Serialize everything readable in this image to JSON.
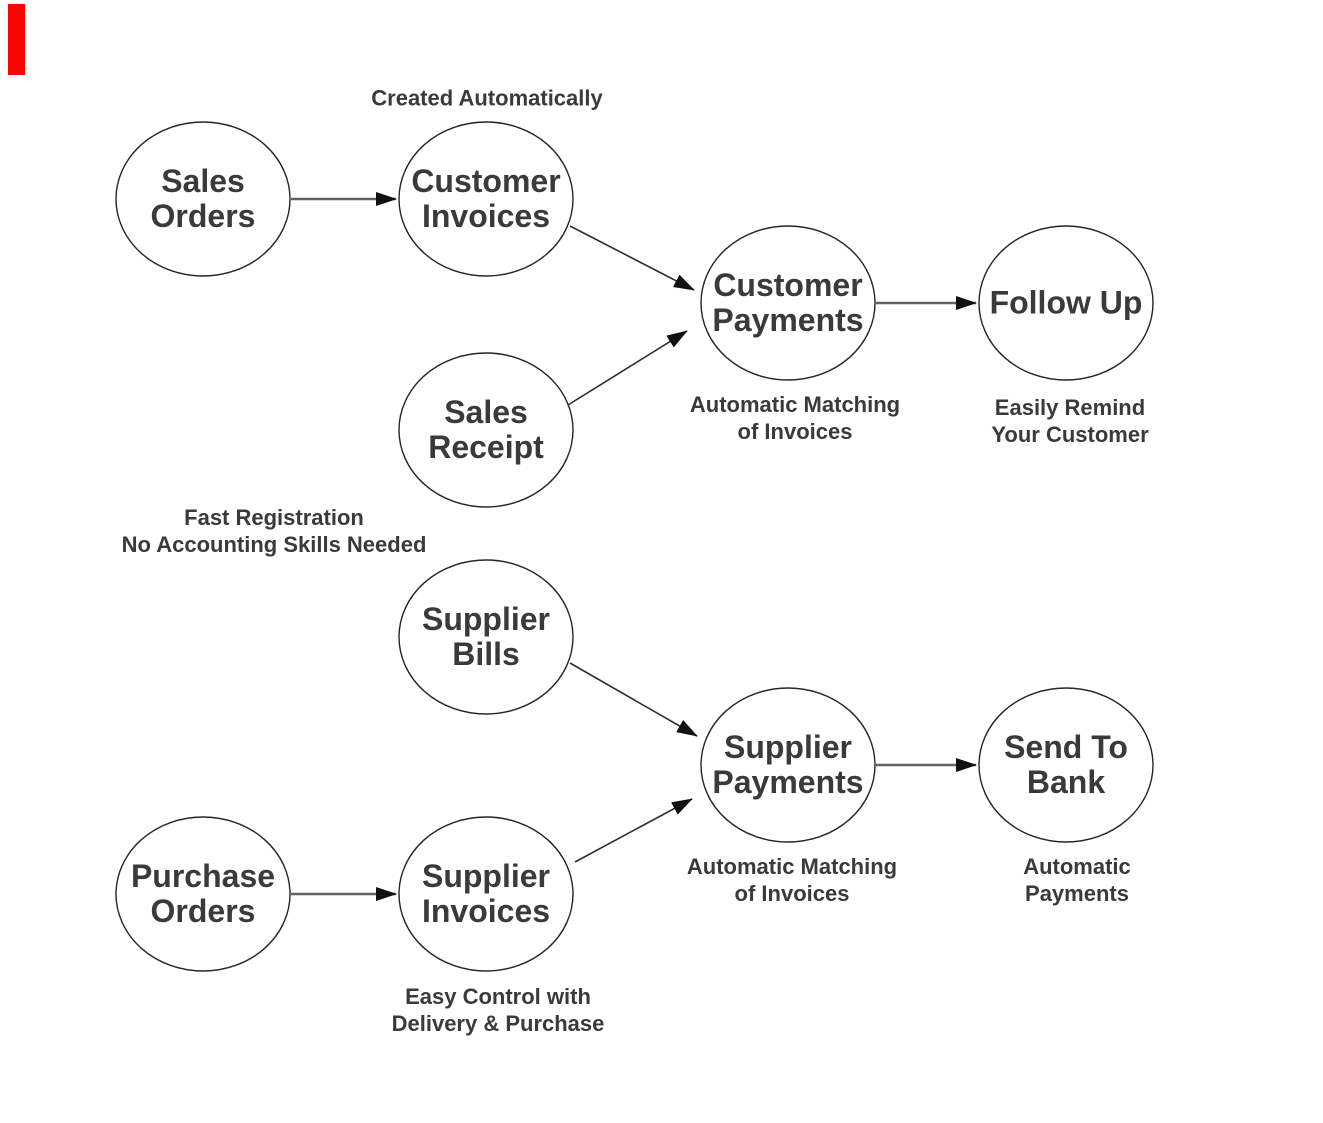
{
  "diagram": {
    "title": "",
    "nodes": [
      {
        "id": "sales-orders",
        "label": "Sales\nOrders"
      },
      {
        "id": "customer-invoices",
        "label": "Customer\nInvoices"
      },
      {
        "id": "customer-payments",
        "label": "Customer\nPayments"
      },
      {
        "id": "follow-up",
        "label": "Follow Up"
      },
      {
        "id": "sales-receipt",
        "label": "Sales\nReceipt"
      },
      {
        "id": "supplier-bills",
        "label": "Supplier\nBills"
      },
      {
        "id": "supplier-payments",
        "label": "Supplier\nPayments"
      },
      {
        "id": "send-to-bank",
        "label": "Send To\nBank"
      },
      {
        "id": "purchase-orders",
        "label": "Purchase\nOrders"
      },
      {
        "id": "supplier-invoices",
        "label": "Supplier\nInvoices"
      }
    ],
    "captions": [
      {
        "id": "created-automatically",
        "text": "Created Automatically"
      },
      {
        "id": "automatic-matching-top",
        "text": "Automatic Matching\nof Invoices"
      },
      {
        "id": "easily-remind",
        "text": "Easily Remind\nYour Customer"
      },
      {
        "id": "fast-registration",
        "text": "Fast Registration\nNo Accounting Skills Needed"
      },
      {
        "id": "automatic-matching-bottom",
        "text": "Automatic Matching\nof Invoices"
      },
      {
        "id": "automatic-payments",
        "text": "Automatic\nPayments"
      },
      {
        "id": "easy-control",
        "text": "Easy Control with\nDelivery & Purchase"
      }
    ],
    "edges": [
      {
        "from": "sales-orders",
        "to": "customer-invoices"
      },
      {
        "from": "customer-invoices",
        "to": "customer-payments"
      },
      {
        "from": "sales-receipt",
        "to": "customer-payments"
      },
      {
        "from": "customer-payments",
        "to": "follow-up"
      },
      {
        "from": "supplier-bills",
        "to": "supplier-payments"
      },
      {
        "from": "purchase-orders",
        "to": "supplier-invoices"
      },
      {
        "from": "supplier-invoices",
        "to": "supplier-payments"
      },
      {
        "from": "supplier-payments",
        "to": "send-to-bank"
      }
    ],
    "colors": {
      "text": "#3a3a3a",
      "node_stroke": "#262626",
      "arrow_line": "#636363",
      "arrowhead": "#111111",
      "background": "#ffffff",
      "marker_red": "#fb0300"
    }
  }
}
